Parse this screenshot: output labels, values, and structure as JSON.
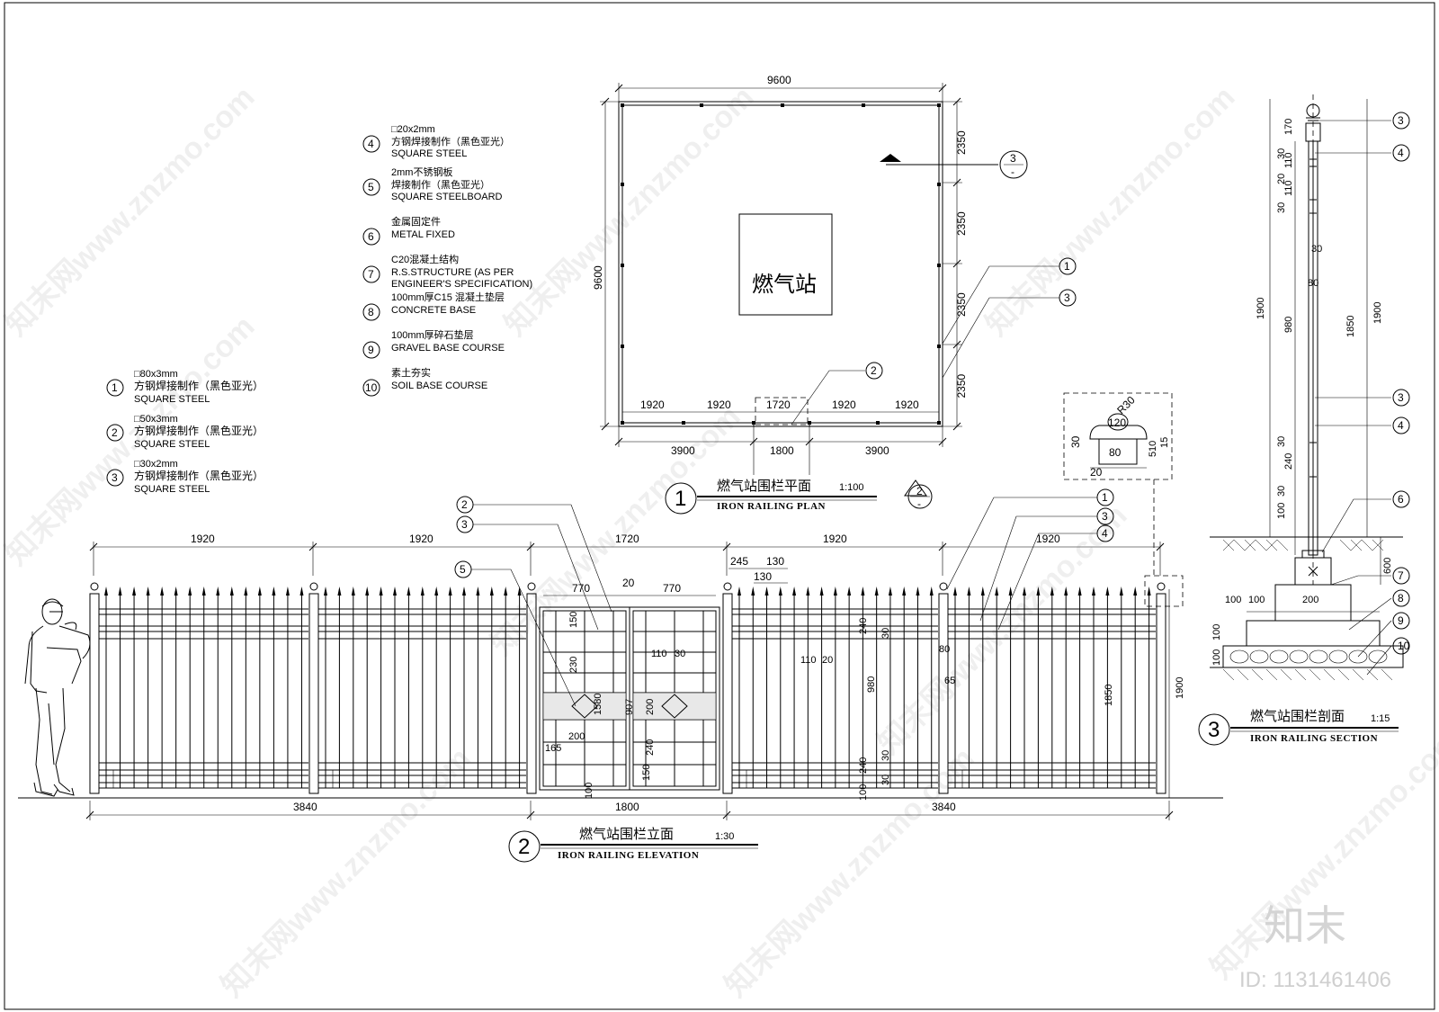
{
  "watermark": {
    "site": "知末网www.znzmo.com",
    "brand": "知末",
    "id": "ID: 1131461406"
  },
  "legend_left": [
    {
      "num": "1",
      "spec": "□80x3mm",
      "cn": "方钢焊接制作（黑色亚光）",
      "en": "SQUARE STEEL"
    },
    {
      "num": "2",
      "spec": "□50x3mm",
      "cn": "方钢焊接制作（黑色亚光）",
      "en": "SQUARE STEEL"
    },
    {
      "num": "3",
      "spec": "□30x2mm",
      "cn": "方钢焊接制作（黑色亚光）",
      "en": "SQUARE STEEL"
    }
  ],
  "legend_right": [
    {
      "num": "4",
      "l1": "□20x2mm",
      "l2": "方钢焊接制作（黑色亚光）",
      "l3": "SQUARE STEEL"
    },
    {
      "num": "5",
      "l1": "2mm不锈钢板",
      "l2": "焊接制作（黑色亚光）",
      "l3": "SQUARE STEELBOARD"
    },
    {
      "num": "6",
      "l1": "金属固定件",
      "l2": "METAL FIXED",
      "l3": ""
    },
    {
      "num": "7",
      "l1": "C20混凝土结构",
      "l2": "R.S.STRUCTURE (AS PER",
      "l3": "ENGINEER'S SPECIFICATION)"
    },
    {
      "num": "8",
      "l1": "100mm厚C15 混凝土垫层",
      "l2": "CONCRETE BASE",
      "l3": ""
    },
    {
      "num": "9",
      "l1": "100mm厚碎石垫层",
      "l2": "GRAVEL BASE COURSE",
      "l3": ""
    },
    {
      "num": "10",
      "l1": "素土夯实",
      "l2": "SOIL BASE COURSE",
      "l3": ""
    }
  ],
  "plan": {
    "number": "1",
    "title_cn": "燃气站围栏平面",
    "scale": "1:100",
    "title_en": "IRON RAILING PLAN",
    "station_label": "燃气站",
    "dim_top": "9600",
    "dim_left": "9600",
    "dims_right": [
      "2350",
      "2350",
      "2350",
      "2350"
    ],
    "dims_bottom_inner": [
      "1920",
      "1920",
      "1720",
      "1920",
      "1920"
    ],
    "dims_bottom_outer": [
      "3900",
      "1800",
      "3900"
    ],
    "callouts": [
      "1",
      "3",
      "2"
    ],
    "section_ref_top": "3",
    "section_ref_bottom": "2",
    "section_ref_dash": "-"
  },
  "elevation": {
    "number": "2",
    "title_cn": "燃气站围栏立面",
    "scale": "1:30",
    "title_en": "IRON RAILING ELEVATION",
    "dims_top": [
      "1920",
      "1920",
      "1720",
      "1920",
      "1920"
    ],
    "dims_bottom": [
      "3840",
      "1800",
      "3840"
    ],
    "gate_dims": [
      "770",
      "20",
      "770"
    ],
    "detail_dims": [
      "245",
      "130",
      "130"
    ],
    "callouts_left": [
      "2",
      "3",
      "5"
    ],
    "callouts_right": [
      "1",
      "3",
      "4"
    ],
    "inner_dims": {
      "d150": "150",
      "d230": "230",
      "d1580": "1580",
      "d200a": "200",
      "d165": "165",
      "d907": "907",
      "d200b": "200",
      "d240a": "240",
      "d150b": "150",
      "d100": "100",
      "d110": "110",
      "d30": "30",
      "d110b": "110",
      "d20": "20",
      "d980": "980",
      "d240b": "240",
      "d30b": "30",
      "d30c": "30",
      "d240c": "240",
      "d30d": "30",
      "d100b": "100",
      "d80": "80",
      "d65": "65",
      "d1850": "1850",
      "d1900": "1900"
    }
  },
  "section": {
    "number": "3",
    "title_cn": "燃气站围栏剖面",
    "scale": "1:15",
    "title_en": "IRON RAILING SECTION",
    "dims_left": [
      "170",
      "30",
      "110",
      "20",
      "110",
      "30",
      "1900",
      "980",
      "30",
      "240",
      "30",
      "100"
    ],
    "dims_mid": [
      "30",
      "80",
      "1850"
    ],
    "dim_right": "1900",
    "dim_600": "600",
    "dims_base": [
      "100",
      "100",
      "200",
      "100",
      "100"
    ],
    "callouts": [
      "3",
      "4",
      "3",
      "4",
      "6",
      "7",
      "8",
      "9",
      "10"
    ],
    "detail": {
      "r": "R30",
      "d120": "120",
      "d80": "80",
      "d30": "30",
      "d10": "10",
      "d5": "5",
      "d15": "15",
      "d20": "20"
    }
  }
}
